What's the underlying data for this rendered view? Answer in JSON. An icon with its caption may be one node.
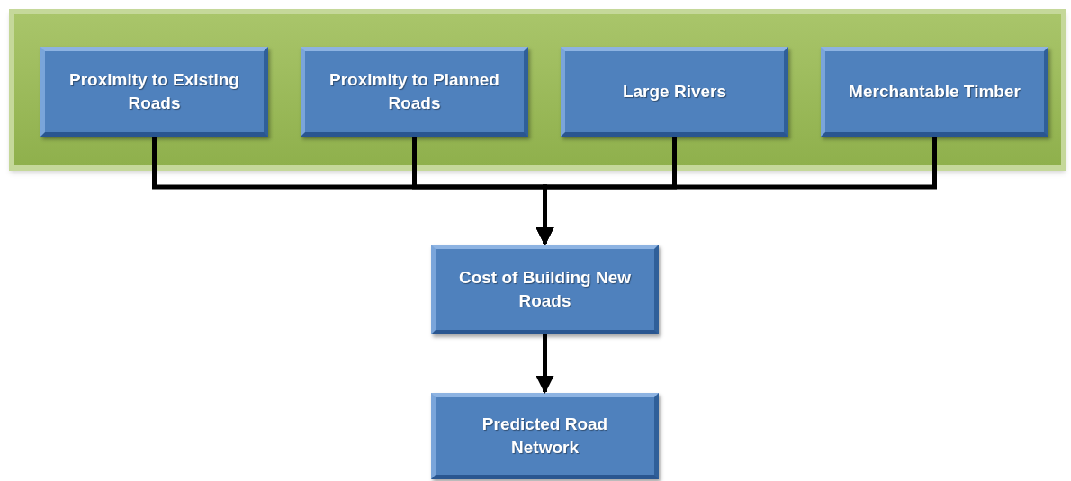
{
  "diagram": {
    "nodes": [
      {
        "text": [],
        "shape": "box"
      },
      {
        "text": [
          "Proximity to Existing Roads"
        ],
        "in": 0
      },
      {
        "text": [
          "Proximity to Planned Roads"
        ],
        "in": 0
      },
      {
        "text": [
          "Large Rivers"
        ],
        "in": 0
      },
      {
        "text": [
          "Merchantable Timber"
        ],
        "in": 0
      },
      {
        "text": [
          "Cost of Building New Roads"
        ]
      },
      {
        "text": [
          "Predicted Road Network"
        ]
      }
    ],
    "edges": [
      {
        "from": 1,
        "to": 5,
        "arrow": "to"
      },
      {
        "from": 2,
        "to": 5,
        "arrow": "to"
      },
      {
        "from": 3,
        "to": 5,
        "arrow": "to"
      },
      {
        "from": 4,
        "to": 5,
        "arrow": "to"
      },
      {
        "from": 5,
        "to": 6,
        "arrow": "to"
      }
    ]
  }
}
